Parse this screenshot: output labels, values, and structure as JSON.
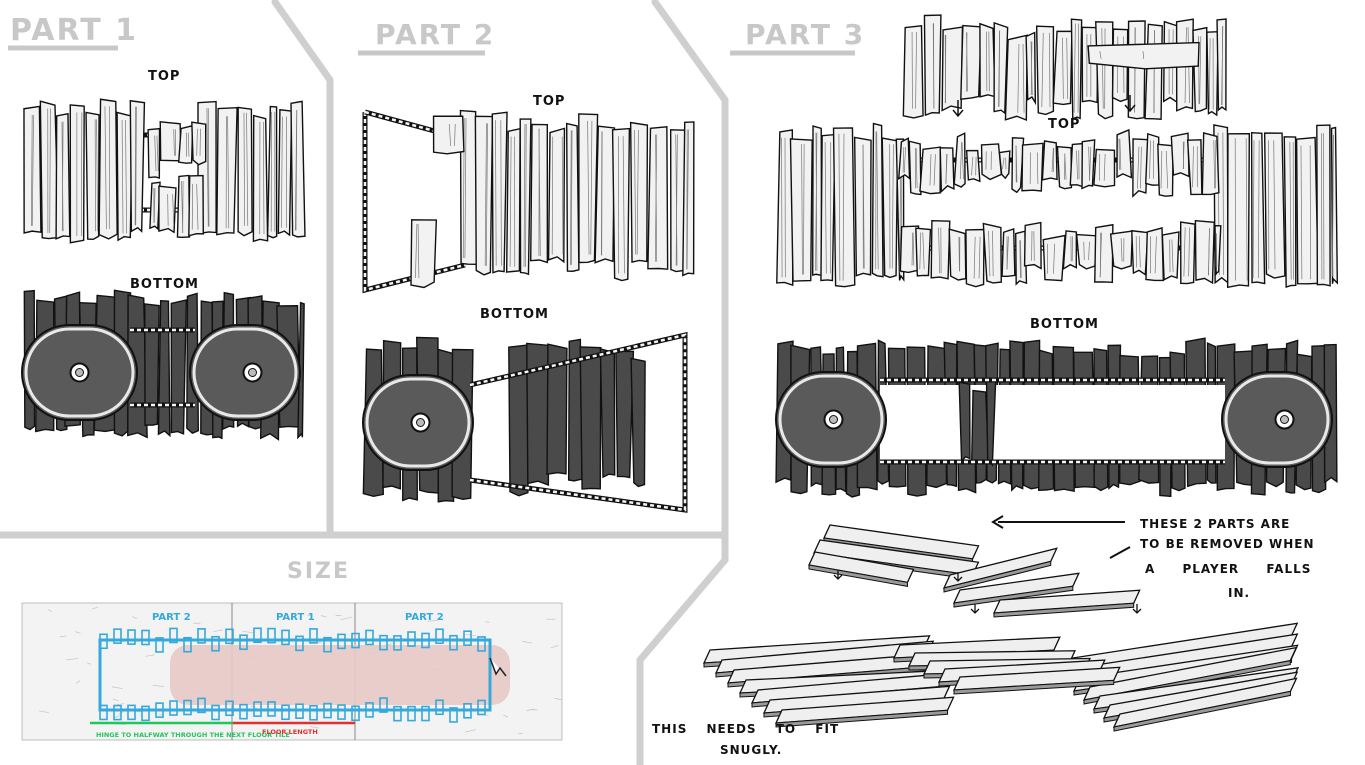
{
  "sections": {
    "part1": {
      "title": "PART 1",
      "top": "TOP",
      "bottom": "BOTTOM"
    },
    "part2": {
      "title": "PART 2",
      "top": "TOP",
      "bottom": "BOTTOM"
    },
    "part3": {
      "title": "PART 3",
      "top": "TOP",
      "bottom": "BOTTOM"
    },
    "size": {
      "title": "SIZE",
      "labels": [
        "PART 2",
        "PART 1",
        "PART 2"
      ],
      "hinge_note": "HINGE TO HALFWAY THROUGH THE NEXT FLOOR TILE",
      "floor_note": "FLOOR LENGTH"
    }
  },
  "notes": {
    "removed_lines": [
      "THESE 2 PARTS ARE",
      "TO BE REMOVED WHEN",
      "A PLAYER FALLS",
      "IN."
    ],
    "fit_lines": [
      "THIS NEEDS TO FIT",
      "SNUGLY."
    ]
  },
  "colors": {
    "divider": "#cfcfcf",
    "header": "#c8c8c8",
    "plank": "#f2f2f2",
    "plank_dark": "#4a4a4a",
    "belt": "#5a5a5a",
    "size_blue": "#35a9dc",
    "size_pink": "#e8c9c5",
    "size_green": "#22c55e",
    "size_red": "#e03131"
  }
}
